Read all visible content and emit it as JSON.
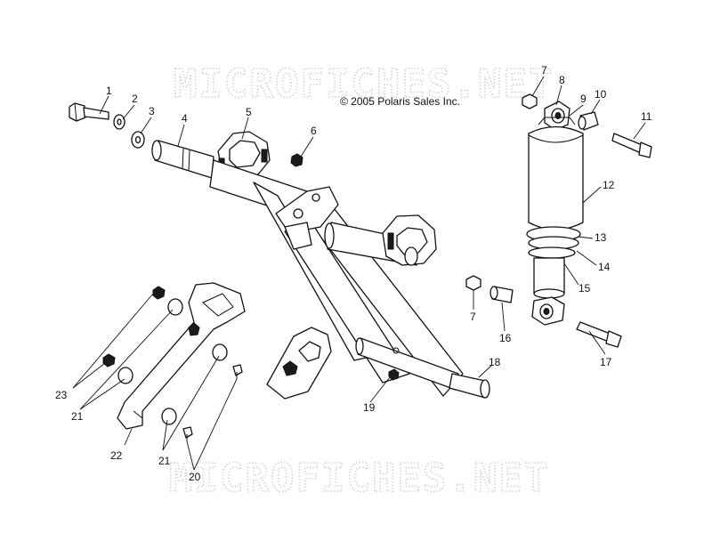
{
  "watermark": {
    "top": "MICROFICHES.NET",
    "bottom": "MICROFICHES.NET"
  },
  "copyright": "© 2005 Polaris Sales Inc.",
  "callouts": [
    {
      "id": "c1",
      "text": "1"
    },
    {
      "id": "c2",
      "text": "2"
    },
    {
      "id": "c3",
      "text": "3"
    },
    {
      "id": "c4",
      "text": "4"
    },
    {
      "id": "c5",
      "text": "5"
    },
    {
      "id": "c6",
      "text": "6"
    },
    {
      "id": "c7a",
      "text": "7"
    },
    {
      "id": "c8",
      "text": "8"
    },
    {
      "id": "c9",
      "text": "9"
    },
    {
      "id": "c10",
      "text": "10"
    },
    {
      "id": "c11",
      "text": "11"
    },
    {
      "id": "c12",
      "text": "12"
    },
    {
      "id": "c13",
      "text": "13"
    },
    {
      "id": "c14",
      "text": "14"
    },
    {
      "id": "c15",
      "text": "15"
    },
    {
      "id": "c7b",
      "text": "7"
    },
    {
      "id": "c16",
      "text": "16"
    },
    {
      "id": "c17",
      "text": "17"
    },
    {
      "id": "c18",
      "text": "18"
    },
    {
      "id": "c19",
      "text": "19"
    },
    {
      "id": "c23",
      "text": "23"
    },
    {
      "id": "c21a",
      "text": "21"
    },
    {
      "id": "c22",
      "text": "22"
    },
    {
      "id": "c21b",
      "text": "21"
    },
    {
      "id": "c20",
      "text": "20"
    }
  ]
}
